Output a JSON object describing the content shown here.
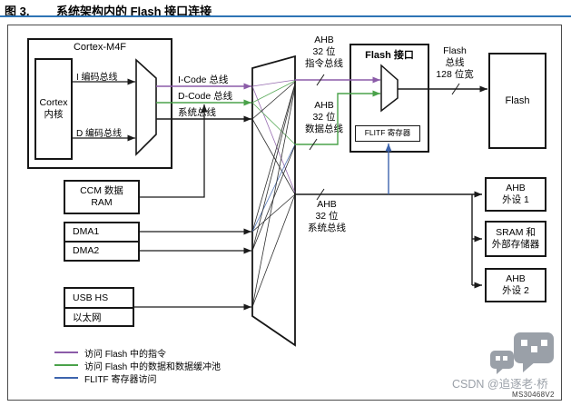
{
  "title": {
    "figure_label": "图 3.",
    "figure_title": "系统架构内的 Flash 接口连接"
  },
  "colors": {
    "rule": "#2e74b5",
    "purple": "#8b5ca8",
    "green": "#4aa24a",
    "blue": "#3d64ad",
    "line": "#1a1a1a",
    "watermark": "#9aa0a8"
  },
  "blocks": {
    "cortex_m4f": "Cortex-M4F",
    "cortex_core": [
      "Cortex",
      "内核"
    ],
    "i_encode_bus": "I 编码总线",
    "d_encode_bus": "D 编码总线",
    "icode_bus": "I-Code 总线",
    "dcode_bus": "D-Code 总线",
    "system_bus": "系统总线",
    "ccm": [
      "CCM 数据",
      "RAM"
    ],
    "dma1": "DMA1",
    "dma2": "DMA2",
    "usb_hs": "USB HS",
    "ethernet": "以太网",
    "ahb_instr": [
      "AHB",
      "32 位",
      "指令总线"
    ],
    "ahb_data": [
      "AHB",
      "32 位",
      "数据总线"
    ],
    "ahb_system": [
      "AHB",
      "32 位",
      "系统总线"
    ],
    "flash_interface": "Flash 接口",
    "flitf_register": "FLITF 寄存器",
    "flash_bus": [
      "Flash",
      "总线",
      "128 位宽"
    ],
    "flash": "Flash",
    "ahb_periph1": [
      "AHB",
      "外设 1"
    ],
    "sram": [
      "SRAM 和",
      "外部存储器"
    ],
    "ahb_periph2": [
      "AHB",
      "外设 2"
    ]
  },
  "legend": [
    {
      "color": "#8b5ca8",
      "label": "访问 Flash 中的指令"
    },
    {
      "color": "#4aa24a",
      "label": "访问 Flash 中的数据和数据缓冲池"
    },
    {
      "color": "#3d64ad",
      "label": "FLITF 寄存器访问"
    }
  ],
  "watermark": {
    "text": "CSDN @追逐老·桥"
  },
  "figure_code": "MS30468V2"
}
